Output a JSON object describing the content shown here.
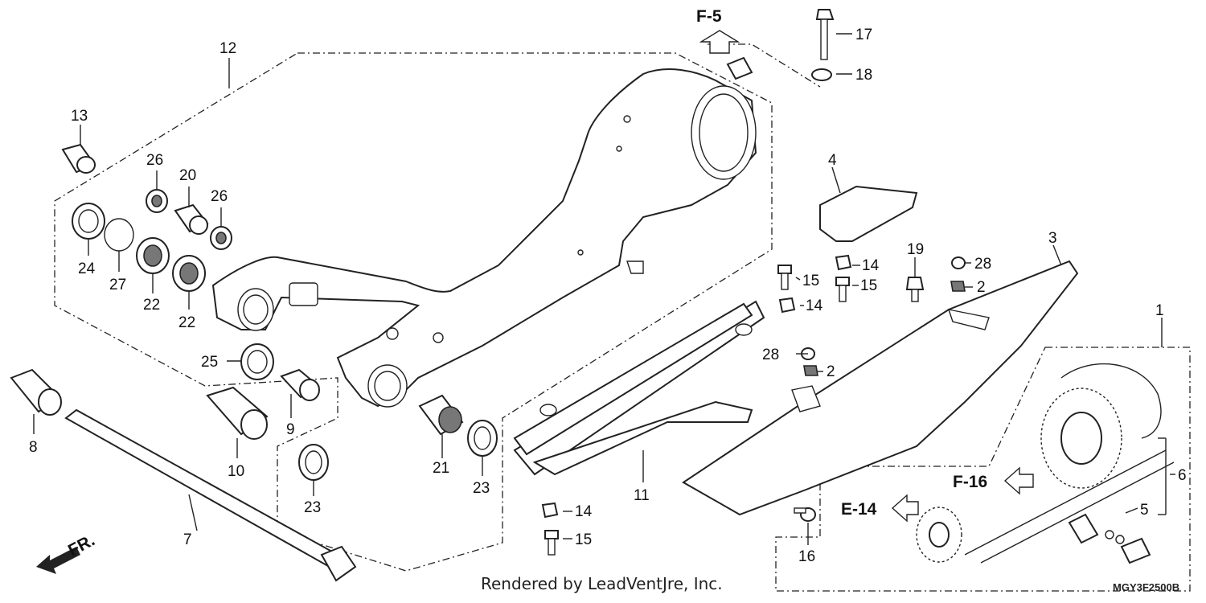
{
  "callouts": [
    {
      "id": "c1",
      "text": "1"
    },
    {
      "id": "c2a",
      "text": "2"
    },
    {
      "id": "c2b",
      "text": "2"
    },
    {
      "id": "c3",
      "text": "3"
    },
    {
      "id": "c4",
      "text": "4"
    },
    {
      "id": "c5",
      "text": "5"
    },
    {
      "id": "c6",
      "text": "6"
    },
    {
      "id": "c7",
      "text": "7"
    },
    {
      "id": "c8",
      "text": "8"
    },
    {
      "id": "c9",
      "text": "9"
    },
    {
      "id": "c10",
      "text": "10"
    },
    {
      "id": "c11",
      "text": "11"
    },
    {
      "id": "c12",
      "text": "12"
    },
    {
      "id": "c13",
      "text": "13"
    },
    {
      "id": "c14a",
      "text": "14"
    },
    {
      "id": "c14b",
      "text": "14"
    },
    {
      "id": "c14c",
      "text": "14"
    },
    {
      "id": "c15a",
      "text": "15"
    },
    {
      "id": "c15b",
      "text": "15"
    },
    {
      "id": "c15c",
      "text": "15"
    },
    {
      "id": "c16",
      "text": "16"
    },
    {
      "id": "c17",
      "text": "17"
    },
    {
      "id": "c18",
      "text": "18"
    },
    {
      "id": "c19",
      "text": "19"
    },
    {
      "id": "c20",
      "text": "20"
    },
    {
      "id": "c21",
      "text": "21"
    },
    {
      "id": "c22a",
      "text": "22"
    },
    {
      "id": "c22b",
      "text": "22"
    },
    {
      "id": "c23a",
      "text": "23"
    },
    {
      "id": "c23b",
      "text": "23"
    },
    {
      "id": "c24",
      "text": "24"
    },
    {
      "id": "c25",
      "text": "25"
    },
    {
      "id": "c26a",
      "text": "26"
    },
    {
      "id": "c26b",
      "text": "26"
    },
    {
      "id": "c27",
      "text": "27"
    },
    {
      "id": "c28a",
      "text": "28"
    },
    {
      "id": "c28b",
      "text": "28"
    }
  ],
  "references": {
    "f5": "F-5",
    "f16": "F-16",
    "e14": "E-14",
    "front": "FR."
  },
  "footer": {
    "credit": "Rendered by LeadVentJre, Inc.",
    "diagram_code": "MGY3F2500B"
  }
}
